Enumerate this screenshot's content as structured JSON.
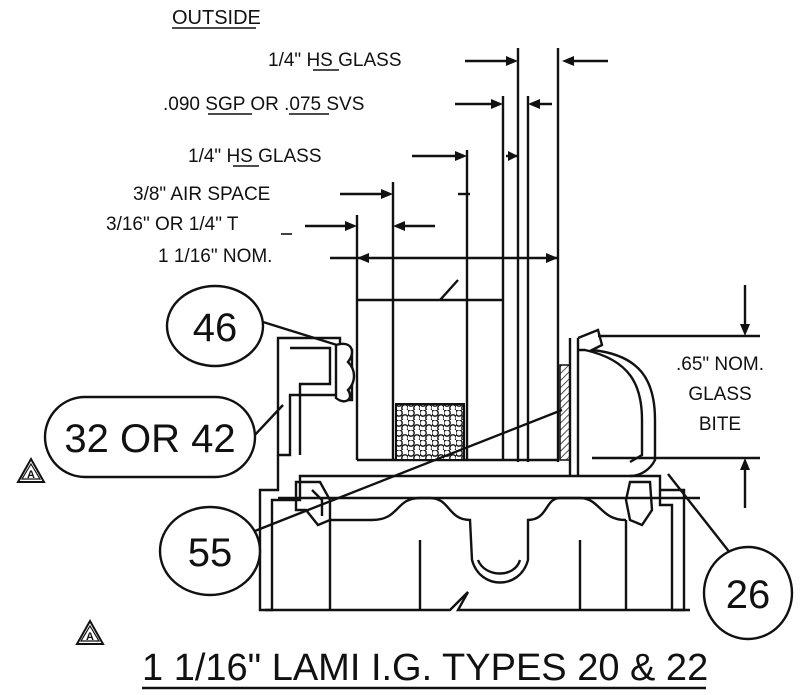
{
  "labels": {
    "outside": "OUTSIDE",
    "hs_glass_1_pre": "1/4\" ",
    "hs_glass_1_hs": "HS",
    "hs_glass_1_post": " GLASS",
    "interlayer_pre": ".090 ",
    "interlayer_sgp": "SGP",
    "interlayer_mid": " OR ",
    "interlayer_075": ".075",
    "interlayer_post": " SVS",
    "hs_glass_2_pre": "1/4\" ",
    "hs_glass_2_hs": "HS",
    "hs_glass_2_post": " GLASS",
    "air_space": "3/8\" AIR SPACE",
    "t_thickness_pre": "3/16\" OR 1/4\" ",
    "t_thickness_t": "T",
    "nominal": "1 1/16\" NOM.",
    "bite_line1": ".65\" NOM.",
    "bite_line2": "GLASS",
    "bite_line3": "BITE"
  },
  "callouts": {
    "c46": "46",
    "c32_42": "32 OR 42",
    "c55": "55",
    "c26": "26"
  },
  "revision_marker": "A",
  "title": "1 1/16\" LAMI I.G. TYPES 20 & 22"
}
